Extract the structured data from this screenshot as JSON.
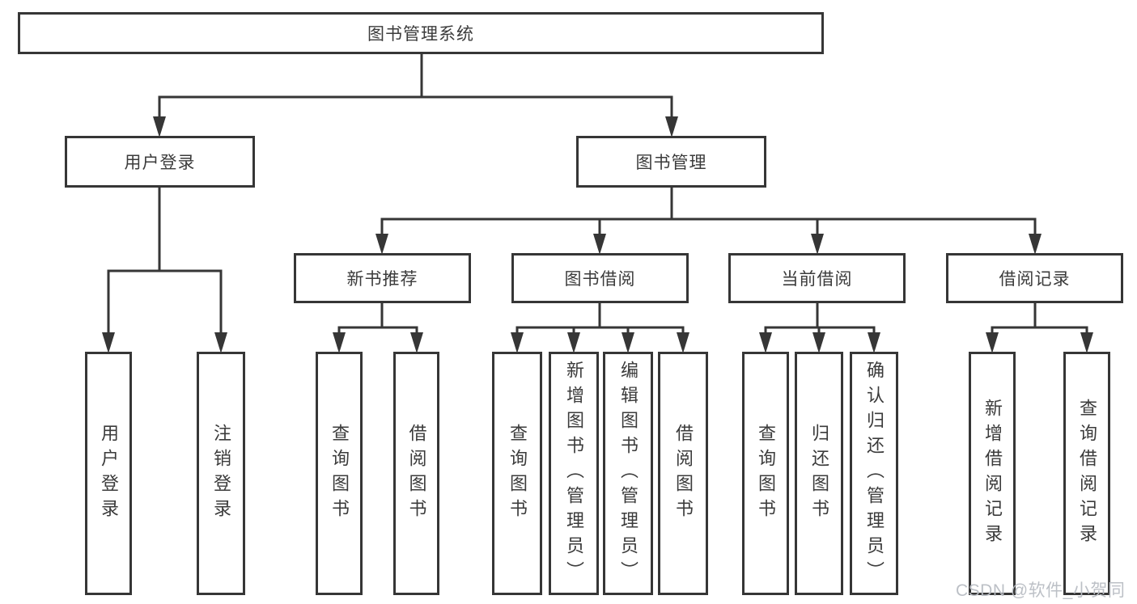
{
  "colors": {
    "line": "#363636",
    "text": "#3b3b3b",
    "bg": "#ffffff",
    "watermark": "#b9bdc4"
  },
  "tree": {
    "root": "图书管理系统",
    "login": {
      "label": "用户登录",
      "children": [
        "用户登录",
        "注销登录"
      ]
    },
    "management": {
      "label": "图书管理",
      "sections": [
        {
          "label": "新书推荐",
          "children": [
            "查询图书",
            "借阅图书"
          ]
        },
        {
          "label": "图书借阅",
          "children": [
            "查询图书",
            "新增图书（管理员）",
            "编辑图书（管理员）",
            "借阅图书"
          ]
        },
        {
          "label": "当前借阅",
          "children": [
            "查询图书",
            "归还图书",
            "确认归还（管理员）"
          ]
        },
        {
          "label": "借阅记录",
          "children": [
            "新增借阅记录",
            "查询借阅记录"
          ]
        }
      ]
    }
  },
  "watermark": "CSDN @软件_小贺同学"
}
